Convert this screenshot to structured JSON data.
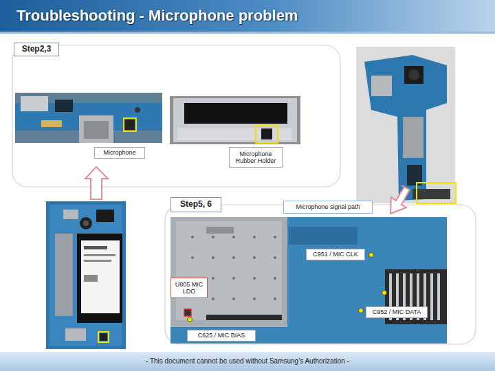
{
  "diagram": {
    "title": "Troubleshooting - Microphone problem",
    "nodes": [
      {
        "text": [
          "Step2,3"
        ]
      },
      {
        "text": [
          "Microphone"
        ]
      },
      {
        "text": [
          "Microphone Rubber Holder"
        ]
      },
      {
        "text": [
          "Step5, 6"
        ]
      },
      {
        "text": [
          "Microphone signal path"
        ]
      },
      {
        "text": [
          "C951 / MIC CLK"
        ]
      },
      {
        "text": [
          "U805 MIC LDO"
        ]
      },
      {
        "text": [
          "C952 / MIC DATA"
        ]
      },
      {
        "text": [
          "C625 / MIC BIAS"
        ]
      }
    ],
    "labels": [
      "- This document cannot be used without Samsung’s Authorization -"
    ]
  }
}
